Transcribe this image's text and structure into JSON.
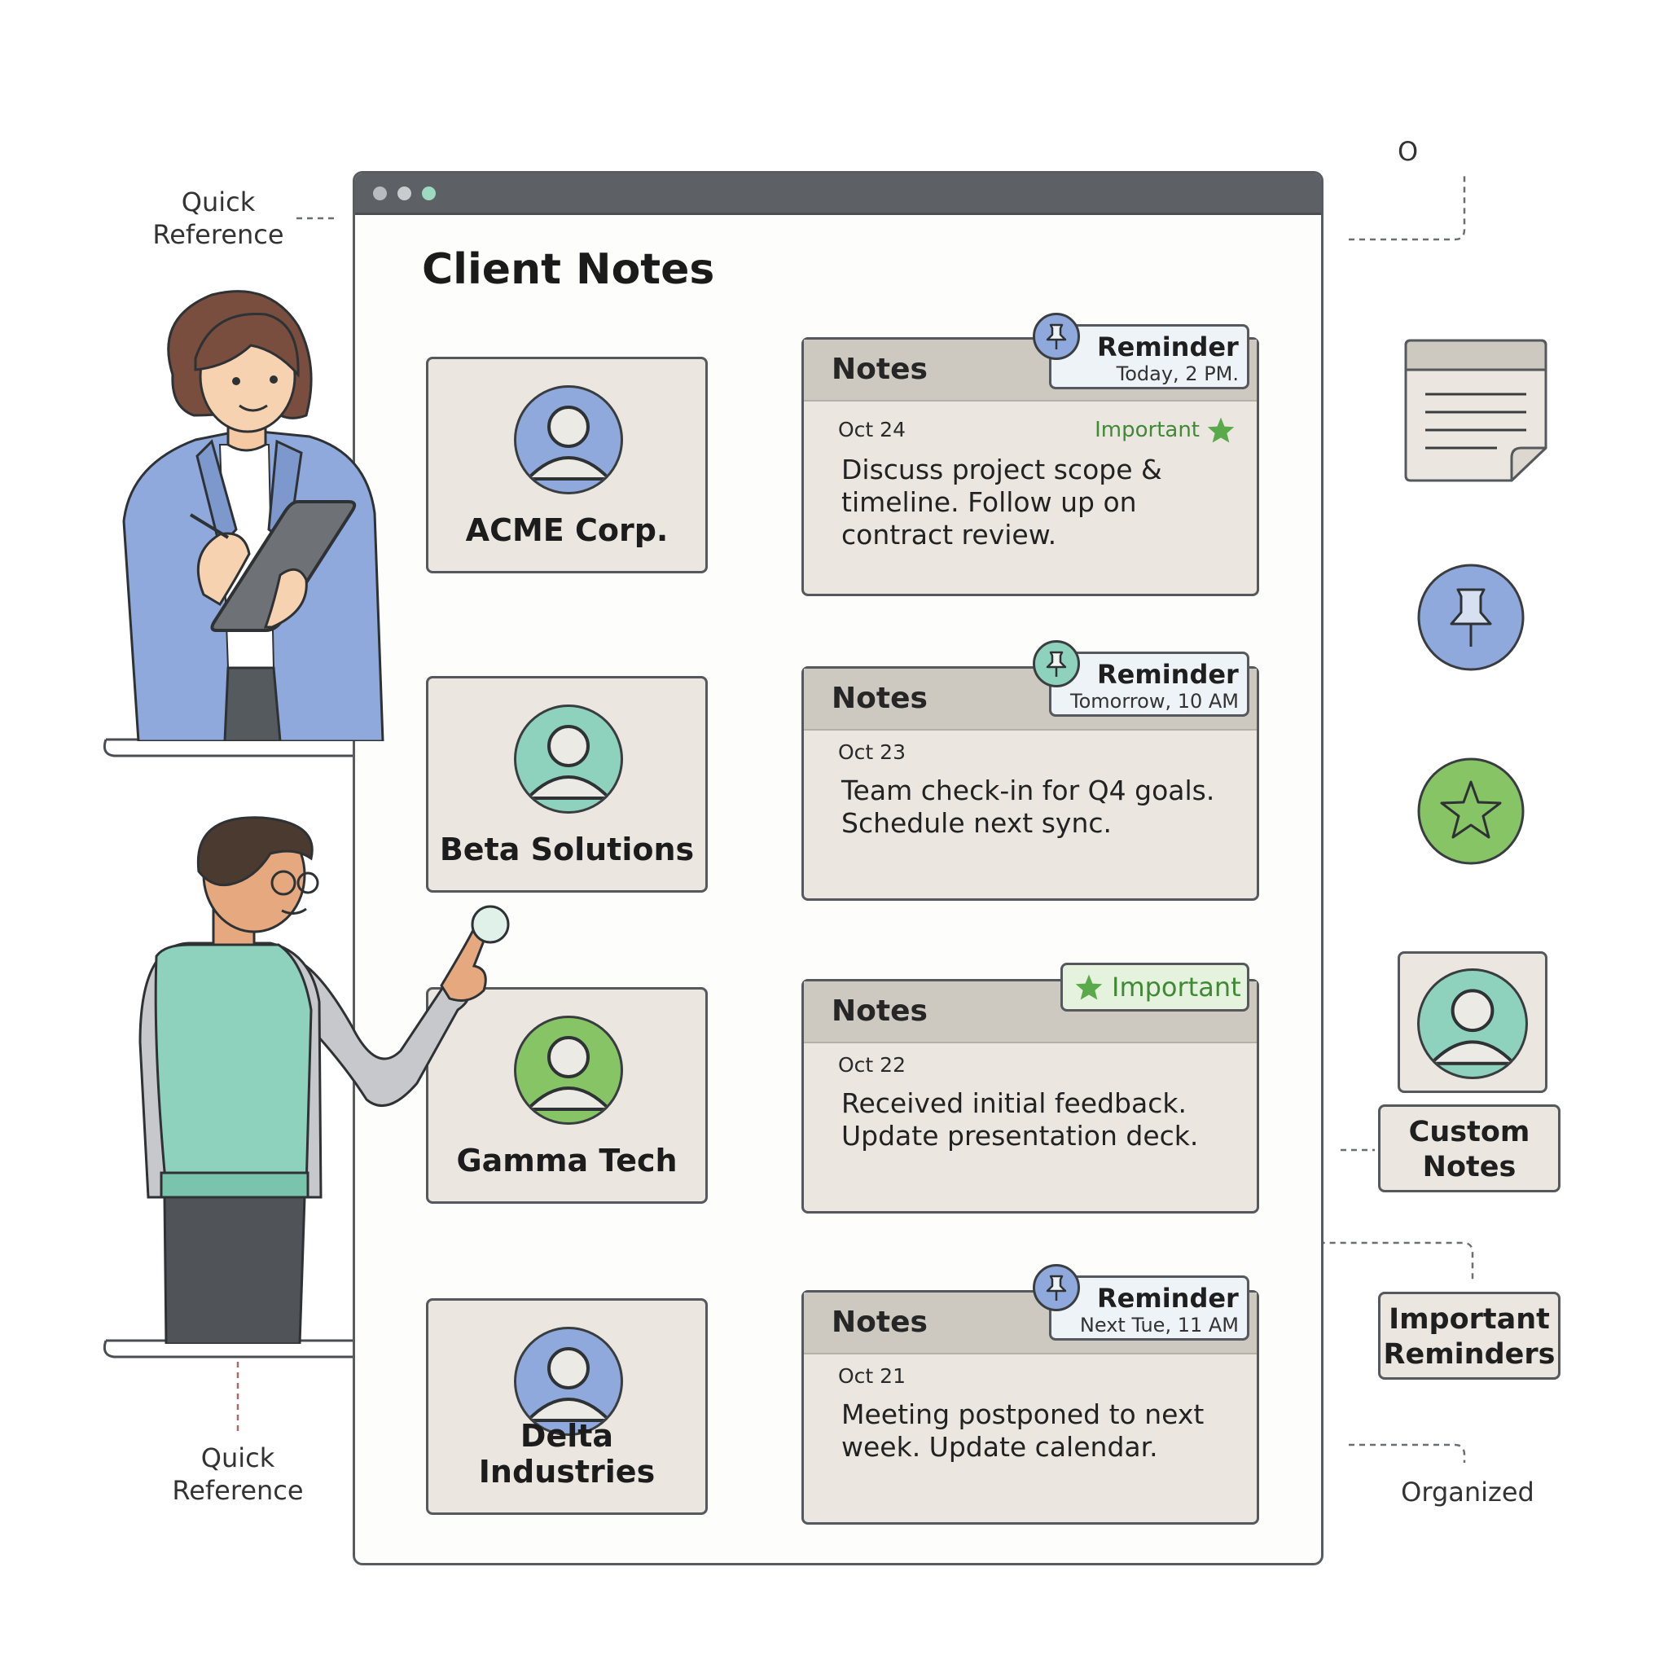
{
  "window": {
    "title": "Client Notes"
  },
  "clients": [
    {
      "name": "ACME Corp.",
      "avatar_color": "#8fa9dc"
    },
    {
      "name": "Beta Solutions",
      "avatar_color": "#8ed2bd"
    },
    {
      "name": "Gamma Tech",
      "avatar_color": "#86c466"
    },
    {
      "name": "Delta Industries",
      "avatar_color": "#8fa9dc"
    }
  ],
  "notes": [
    {
      "header": "Notes",
      "date": "Oct 24",
      "important_label": "Important",
      "body": "Discuss project scope & timeline. Follow up on contract review.",
      "reminder": {
        "title": "Reminder",
        "time": "Today, 2 PM."
      }
    },
    {
      "header": "Notes",
      "date": "Oct 23",
      "body": "Team check-in for Q4 goals. Schedule next sync.",
      "reminder": {
        "title": "Reminder",
        "time": "Tomorrow, 10 AM"
      }
    },
    {
      "header": "Notes",
      "date": "Oct 22",
      "body": "Received initial feedback. Update presentation deck.",
      "badge": "Important"
    },
    {
      "header": "Notes",
      "date": "Oct 21",
      "body": "Meeting postponed to next week. Update calendar.",
      "reminder": {
        "title": "Reminder",
        "time": "Next Tue, 11 AM"
      }
    }
  ],
  "annotations": {
    "quick_reference_top": "Quick Reference",
    "quick_reference_bottom": "Quick Reference",
    "organized_top": "O",
    "organized_bottom": "Organized",
    "custom_notes": "Custom Notes",
    "important_reminders": "Important Reminders"
  },
  "colors": {
    "blue": "#8fa9dc",
    "teal": "#8ed2bd",
    "green": "#86c466",
    "card": "#ebe7e0",
    "card_header": "#cdc9c0",
    "important_text": "#3f8a35"
  },
  "icons": [
    "person-avatar-icon",
    "pin-icon",
    "star-icon",
    "sticky-note-icon"
  ]
}
